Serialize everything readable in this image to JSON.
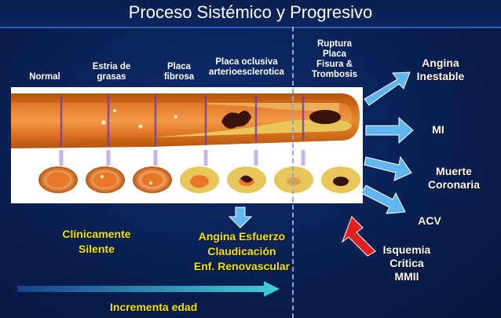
{
  "title": "Proceso Sistémico y Progresivo",
  "stages": [
    {
      "label": "Normal"
    },
    {
      "label": "Estria de\ngrasas"
    },
    {
      "label": "Placa\nfibrosa"
    },
    {
      "label": "Placa oclusiva\narterioesclerotica"
    },
    {
      "label": "Ruptura\nPlaca\nFisura &\nTrombosis"
    }
  ],
  "outcomes": [
    {
      "label": "Angina\nInestable"
    },
    {
      "label": "MI"
    },
    {
      "label": "Muerte\nCoronaria"
    },
    {
      "label": "ACV"
    },
    {
      "label": "Isquemia\nCritica\nMMII"
    }
  ],
  "left_note": "Clínicamente\nSilente",
  "center_note": "Angina Esfuerzo\nClaudicación\nEnf. Renovascular",
  "age_label": "Incrementa edad",
  "colors": {
    "background": "#0a2257",
    "yellow_text": "#f2e600",
    "blue_arrow": "#5fb6f0",
    "red_arrow": "#e0201c",
    "cyan_arrow": "#3fd0d8"
  }
}
